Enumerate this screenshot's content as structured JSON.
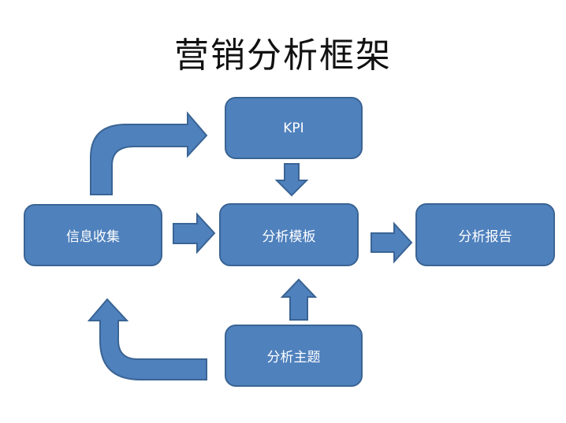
{
  "title": "营销分析框架",
  "nodes": {
    "kpi": "KPI",
    "info_collection": "信息收集",
    "analysis_template": "分析模板",
    "analysis_report": "分析报告",
    "analysis_topic": "分析主题"
  },
  "colors": {
    "box_fill": "#4f81bd",
    "box_border": "#3a6494",
    "arrow_fill": "#4f81bd",
    "arrow_border": "#3a6494"
  }
}
